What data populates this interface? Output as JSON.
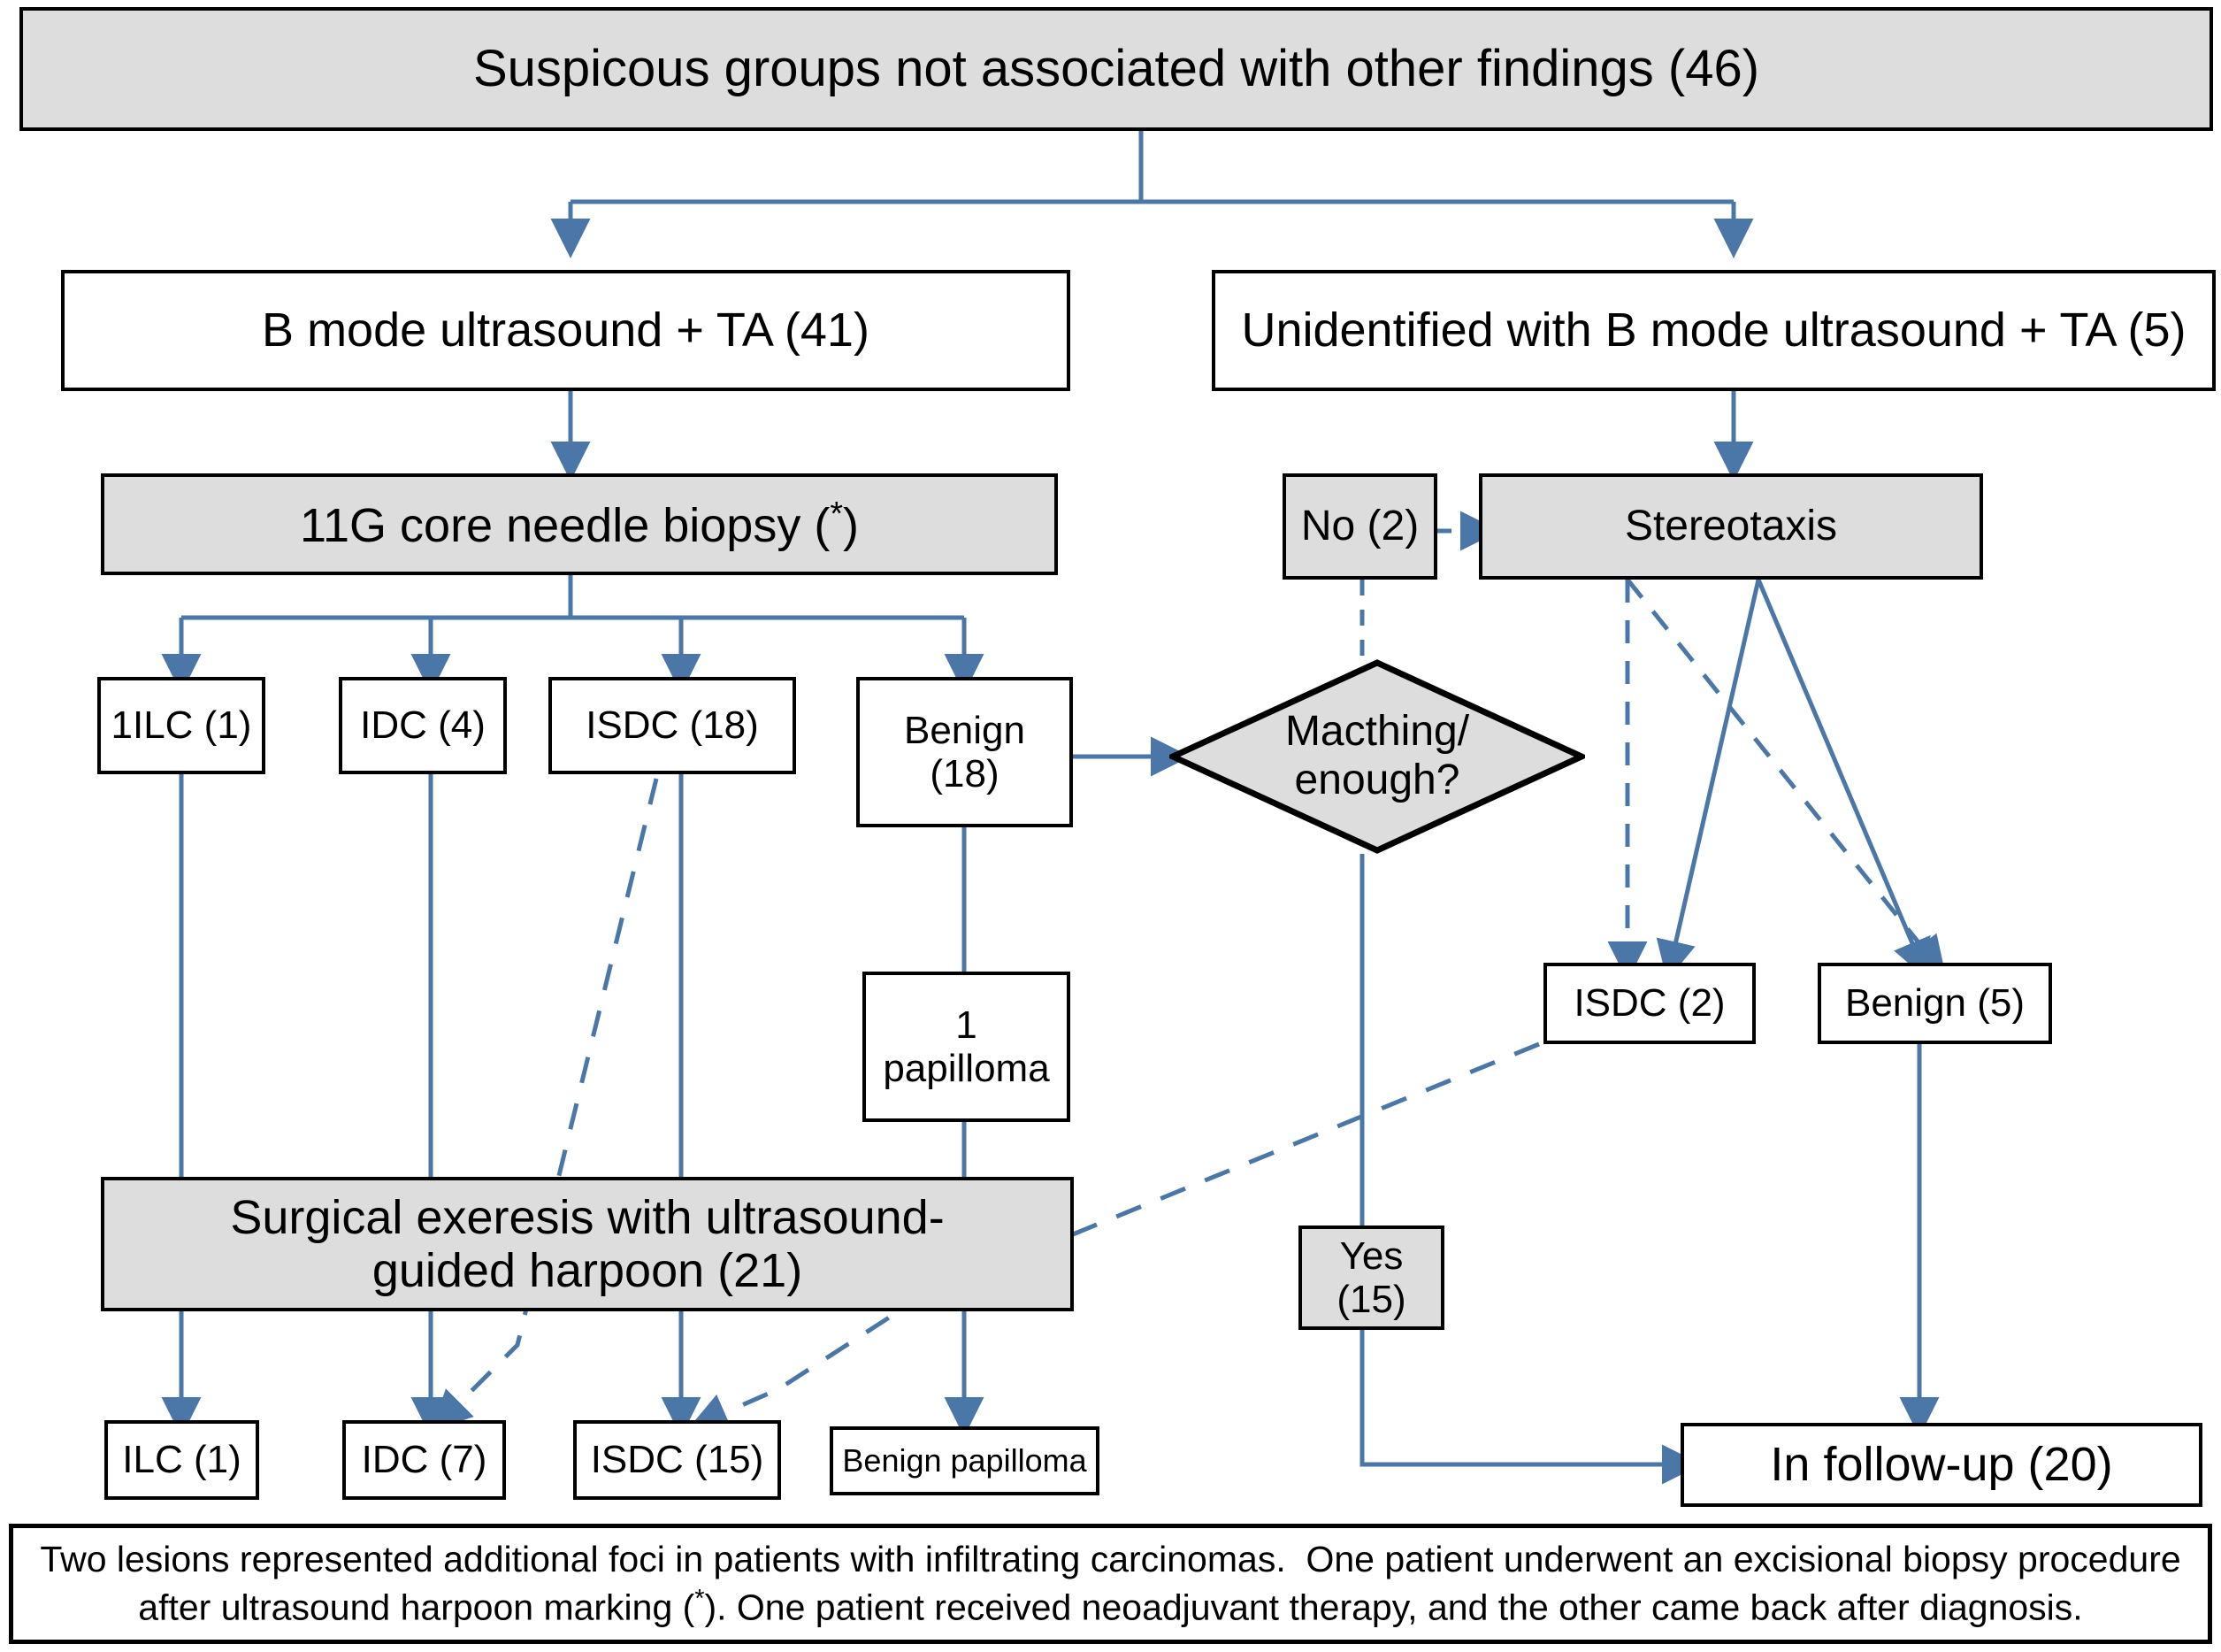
{
  "diagram": {
    "title_box": {
      "label": "Suspicous groups not associated with other findings (46)"
    },
    "nodes": {
      "b_mode": {
        "label": "B mode ultrasound + TA (41)"
      },
      "unidentified": {
        "label": "Unidentified with B mode ultrasound + TA (5)"
      },
      "core_biopsy": {
        "label": "11G core needle biopsy (*)"
      },
      "no2": {
        "label": "No (2)"
      },
      "stereotaxis": {
        "label": "Stereotaxis"
      },
      "ilc1": {
        "label": "1ILC (1)"
      },
      "idc4": {
        "label": "IDC (4)"
      },
      "isdc18": {
        "label": "ISDC (18)"
      },
      "benign18": {
        "label": "Benign (18)"
      },
      "matching": {
        "label": "Macthing/ enough?"
      },
      "papilloma1": {
        "label": "1 papilloma"
      },
      "isdc2": {
        "label": "ISDC (2)"
      },
      "benign5": {
        "label": "Benign (5)"
      },
      "surgical": {
        "label": "Surgical exeresis with ultrasound-guided harpoon (21)"
      },
      "yes15": {
        "label": "Yes (15)"
      },
      "ilc1_out": {
        "label": "ILC (1)"
      },
      "idc7_out": {
        "label": "IDC (7)"
      },
      "isdc15_out": {
        "label": "ISDC (15)"
      },
      "benign_papilloma_out": {
        "label": "Benign papilloma"
      },
      "followup": {
        "label": "In follow-up (20)"
      }
    },
    "footnote": {
      "label": "Two lesions represented additional foci in patients with infiltrating carcinomas.  One patient underwent an excisional biopsy procedure after ultrasound harpoon marking (*). One patient received neoadjuvant therapy, and the other came back after diagnosis."
    },
    "colors": {
      "edge": "#4a77a8",
      "shaded_fill": "#dddddd",
      "node_fill": "#ffffff",
      "border": "#000000"
    }
  }
}
